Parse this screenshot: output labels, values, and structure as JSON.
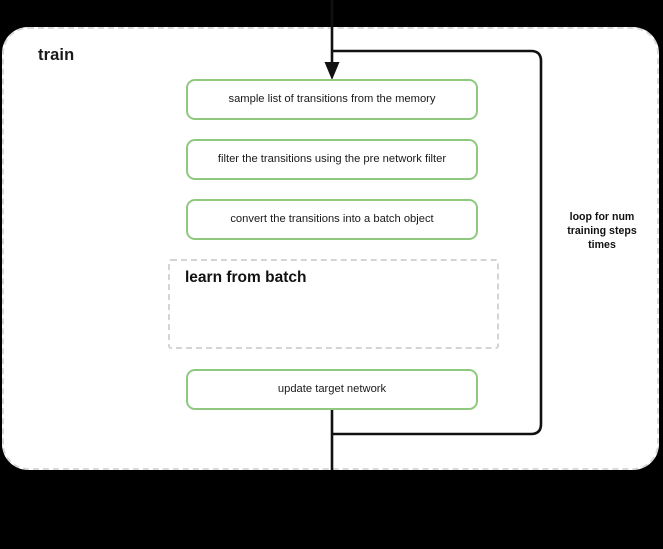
{
  "diagram": {
    "background_color": "#000000",
    "container": {
      "title": "train",
      "border_style": "dashed",
      "border_color": "#d9d9d9",
      "fill_color": "#ffffff"
    },
    "accent_color": "#8fc97f",
    "line_color": "#111111",
    "steps": [
      {
        "id": "sample",
        "label": "sample list of transitions from the memory"
      },
      {
        "id": "filter",
        "label": "filter the transitions using the pre network filter"
      },
      {
        "id": "convert",
        "label": "convert the transitions into a batch object"
      },
      {
        "id": "update",
        "label": "update target network"
      }
    ],
    "group": {
      "id": "learn-from-batch",
      "title": "learn from batch",
      "border_style": "dashed",
      "border_color": "#d4d4d4"
    },
    "loop": {
      "label": "loop for num training steps times",
      "line_1": "loop for num",
      "line_2": "training steps",
      "line_3": "times"
    }
  }
}
